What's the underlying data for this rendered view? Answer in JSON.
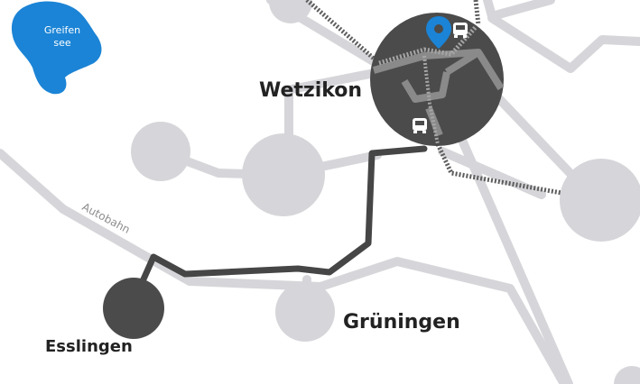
{
  "map": {
    "lake": {
      "name_line1": "Greifen",
      "name_line2": "see"
    },
    "road": {
      "label": "Autobahn"
    },
    "places": {
      "wetzikon": "Wetzikon",
      "grueningen": "Grüningen",
      "esslingen": "Esslingen"
    },
    "icons": {
      "location": "location-pin-icon",
      "train": "train-icon"
    },
    "colors": {
      "lake": "#1b84d6",
      "network": "#d6d6da",
      "node_dark": "#4b4b4b",
      "route": "#464646",
      "railway": "#5d5d5d",
      "label": "#222222"
    }
  }
}
